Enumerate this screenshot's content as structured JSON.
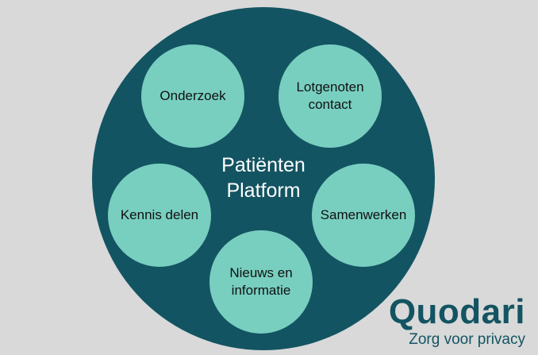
{
  "diagram": {
    "center": {
      "line1": "Patiënten",
      "line2": "Platform"
    },
    "nodes": [
      {
        "line1": "Onderzoek",
        "line2": ""
      },
      {
        "line1": "Lotgenoten",
        "line2": "contact"
      },
      {
        "line1": "Kennis delen",
        "line2": ""
      },
      {
        "line1": "Samenwerken",
        "line2": ""
      },
      {
        "line1": "Nieuws en",
        "line2": "informatie"
      }
    ]
  },
  "brand": {
    "name": "Quodari",
    "tagline": "Zorg voor privacy"
  },
  "colors": {
    "background": "#d9d9d9",
    "hub": "#135462",
    "node": "#78cfc0",
    "brand": "#135462"
  }
}
